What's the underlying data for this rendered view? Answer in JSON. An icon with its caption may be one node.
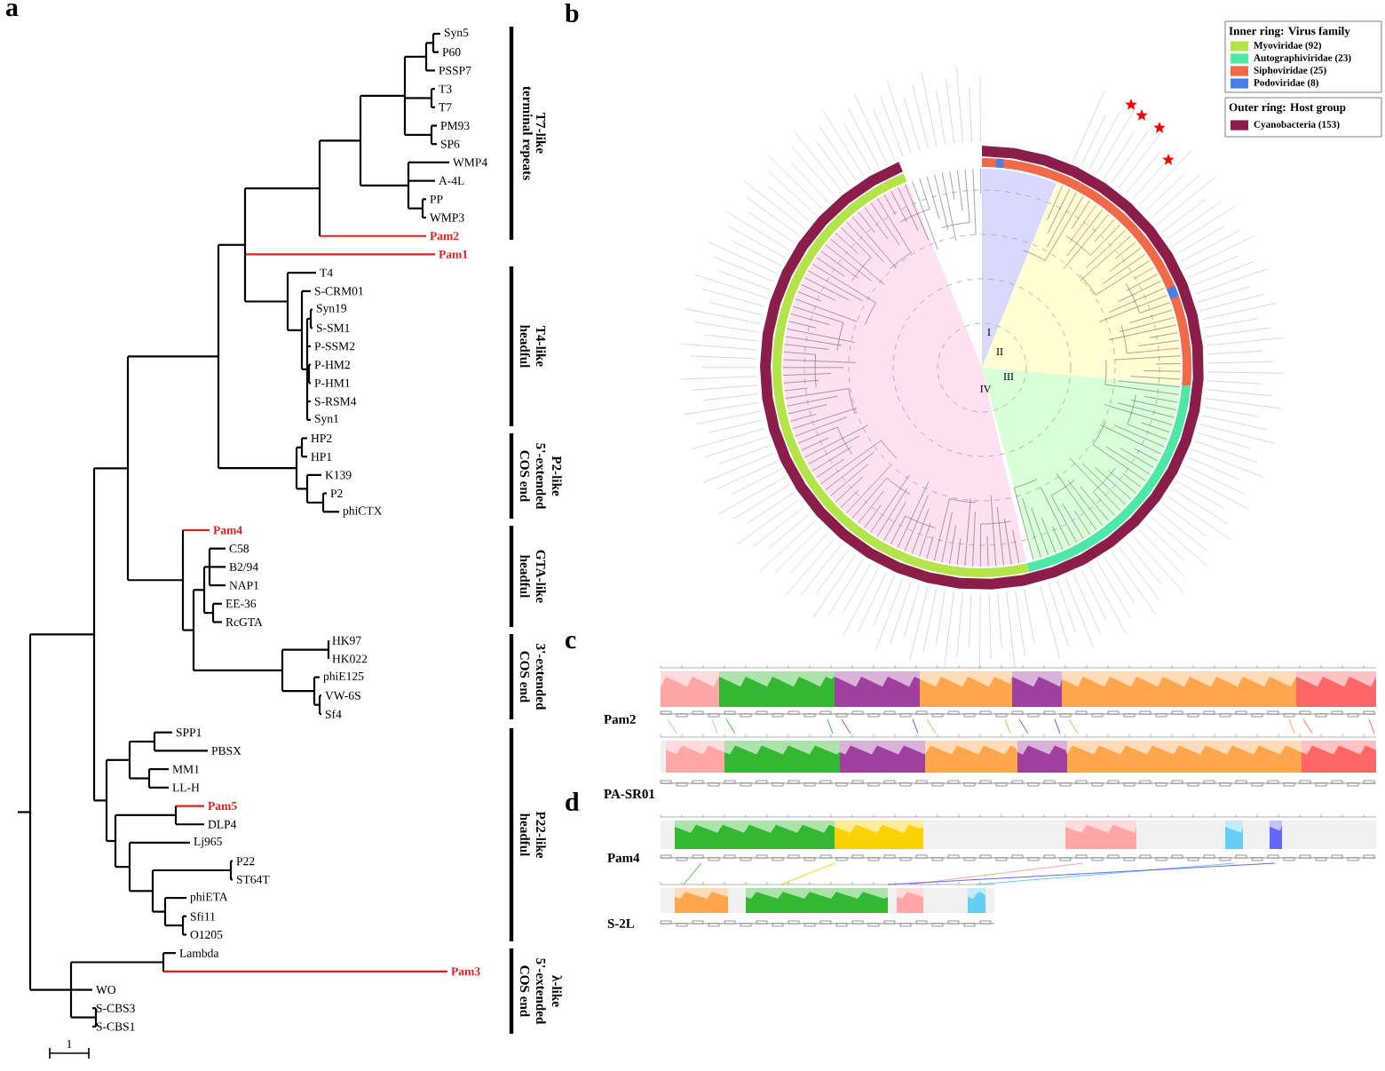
{
  "diagram": {
    "labels": [
      "a",
      "Syn5",
      "P60",
      "PSSP7",
      "T3",
      "T7",
      "PM93",
      "SP6",
      "WMP4",
      "A-4L",
      "PP",
      "WMP3",
      "Pam2",
      "Pam1",
      "T4",
      "S-CRM01",
      "Syn19",
      "S-SM1",
      "P-SSM2",
      "P-HM2",
      "P-HM1",
      "S-RSM4",
      "Syn1",
      "HP2",
      "HP1",
      "K139",
      "P2",
      "phiCTX",
      "Pam4",
      "C58",
      "B2/94",
      "NAP1",
      "EE-36",
      "RcGTA",
      "HK97",
      "HK022",
      "phiE125",
      "VW-6S",
      "Sf4",
      "SPP1",
      "PBSX",
      "MM1",
      "LL-H",
      "Pam5",
      "DLP4",
      "Lj965",
      "P22",
      "ST64T",
      "phiETA",
      "Sfi11",
      "O1205",
      "Lambda",
      "Pam3",
      "WO",
      "S-CBS3",
      "S-CBS1",
      "T7-like",
      "terminal repeats",
      "T4-like",
      "headful",
      "P2-like",
      "5'-extended",
      "COS end",
      "GTA-like",
      "headful",
      "3'-extended",
      "COS end",
      "P22-like",
      "headful",
      "λ-like",
      "5'-extended",
      "COS end",
      "1",
      "b",
      "Inner ring: Virus family",
      "Outer ring: Host group",
      "I",
      "II",
      "III",
      "IV",
      "c",
      "Pam2",
      "PA-SR01",
      "d",
      "Pam4",
      "S-2L"
    ],
    "legend": [
      {
        "text": "Myoviridae (92)",
        "color": "#b5e34a"
      },
      {
        "text": "Autographiviridae (23)",
        "color": "#4de8a6"
      },
      {
        "text": "Siphoviridae (25)",
        "color": "#f06a4a"
      },
      {
        "text": "Podoviridae (8)",
        "color": "#4a7fe8"
      },
      {
        "text": "Cyanobacteria (153)",
        "color": "#8b1d4a"
      }
    ]
  }
}
